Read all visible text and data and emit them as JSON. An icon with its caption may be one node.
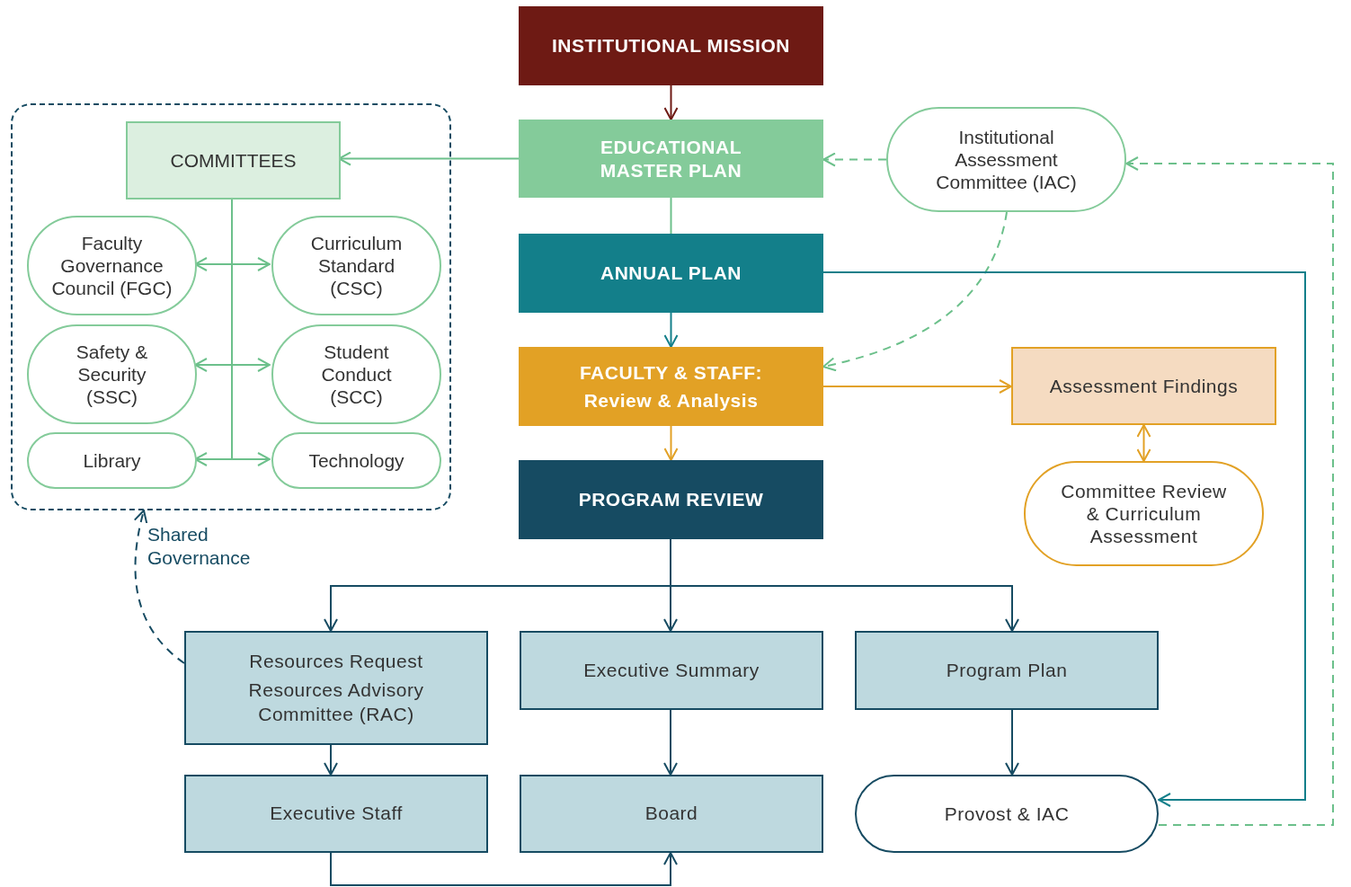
{
  "diagram": {
    "nodes": [
      {
        "text": [
          "INSTITUTIONAL MISSION"
        ]
      },
      {
        "text": [],
        "shape": "box"
      },
      {
        "text": [
          "COMMITTEES"
        ],
        "in": 1
      },
      {
        "text": [
          "Faculty Governance Council (FGC)"
        ],
        "in": 1
      },
      {
        "text": [
          "Curriculum Standard (CSC)"
        ],
        "in": 1
      },
      {
        "text": [
          "Safety & Security (SSC)"
        ],
        "in": 1
      },
      {
        "text": [
          "Student Conduct (SCC)"
        ],
        "in": 1
      },
      {
        "text": [
          "Library"
        ],
        "in": 1
      },
      {
        "text": [
          "Technology"
        ],
        "in": 1
      },
      {
        "text": [
          "EDUCATIONAL MASTER PLAN"
        ]
      },
      {
        "text": [
          "Institutional Assessment Committee (IAC)"
        ]
      },
      {
        "text": [
          "ANNUAL PLAN"
        ]
      },
      {
        "text": [
          "FACULTY & STAFF:",
          "Review & Analysis"
        ]
      },
      {
        "text": [
          "Assessment Findings"
        ]
      },
      {
        "text": [
          "Committee Review & Curriculum Assessment"
        ]
      },
      {
        "text": [
          "PROGRAM REVIEW"
        ]
      },
      {
        "text": [
          "Resources Request",
          "Resources Advisory Committee (RAC)"
        ]
      },
      {
        "text": [
          "Executive Summary"
        ]
      },
      {
        "text": [
          "Program Plan"
        ]
      },
      {
        "text": [
          "Executive Staff"
        ]
      },
      {
        "text": [
          "Board"
        ]
      },
      {
        "text": [
          "Provost & IAC"
        ]
      }
    ],
    "edges": [
      {
        "from": 0,
        "to": 9,
        "arrow": "to",
        "color": "#6e1a14"
      },
      {
        "from": 9,
        "to": 2,
        "arrow": "to",
        "color": "#6cc08b"
      },
      {
        "from": 2,
        "to": 3,
        "arrow": "to",
        "color": "#6cc08b"
      },
      {
        "from": 2,
        "to": 4,
        "arrow": "to",
        "color": "#6cc08b"
      },
      {
        "from": 2,
        "to": 5,
        "arrow": "to",
        "color": "#6cc08b"
      },
      {
        "from": 2,
        "to": 6,
        "arrow": "to",
        "color": "#6cc08b"
      },
      {
        "from": 2,
        "to": 7,
        "arrow": "to",
        "color": "#6cc08b"
      },
      {
        "from": 2,
        "to": 8,
        "arrow": "to",
        "color": "#6cc08b"
      },
      {
        "from": 10,
        "to": 9,
        "arrow": "to",
        "style": "dashed",
        "color": "#6cc08b"
      },
      {
        "from": 21,
        "to": 10,
        "arrow": "to",
        "style": "dashed",
        "color": "#6cc08b"
      },
      {
        "from": 9,
        "to": 11,
        "arrow": "none",
        "color": "#6cc08b"
      },
      {
        "from": 11,
        "to": 12,
        "arrow": "to",
        "color": "#137f8a"
      },
      {
        "from": 10,
        "to": 12,
        "arrow": "to",
        "style": "dashed",
        "color": "#6cc08b"
      },
      {
        "from": 11,
        "to": 21,
        "arrow": "to",
        "color": "#137f8a"
      },
      {
        "from": 12,
        "to": 13,
        "arrow": "to",
        "color": "#e2a125"
      },
      {
        "from": 13,
        "to": 14,
        "arrow": "both",
        "color": "#e2a125"
      },
      {
        "from": 12,
        "to": 15,
        "arrow": "to",
        "color": "#e2a125"
      },
      {
        "from": 15,
        "to": 16,
        "arrow": "to",
        "color": "#164b62"
      },
      {
        "from": 15,
        "to": 17,
        "arrow": "to",
        "color": "#164b62"
      },
      {
        "from": 15,
        "to": 18,
        "arrow": "to",
        "color": "#164b62"
      },
      {
        "from": 16,
        "to": 19,
        "arrow": "to",
        "color": "#164b62"
      },
      {
        "from": 17,
        "to": 20,
        "arrow": "to",
        "color": "#164b62"
      },
      {
        "from": 18,
        "to": 21,
        "arrow": "to",
        "color": "#164b62"
      },
      {
        "from": 19,
        "to": 20,
        "arrow": "to",
        "color": "#164b62"
      },
      {
        "from": 16,
        "to": 1,
        "arrow": "to",
        "style": "dashed",
        "color": "#164b62",
        "label": "Shared Governance"
      }
    ]
  }
}
